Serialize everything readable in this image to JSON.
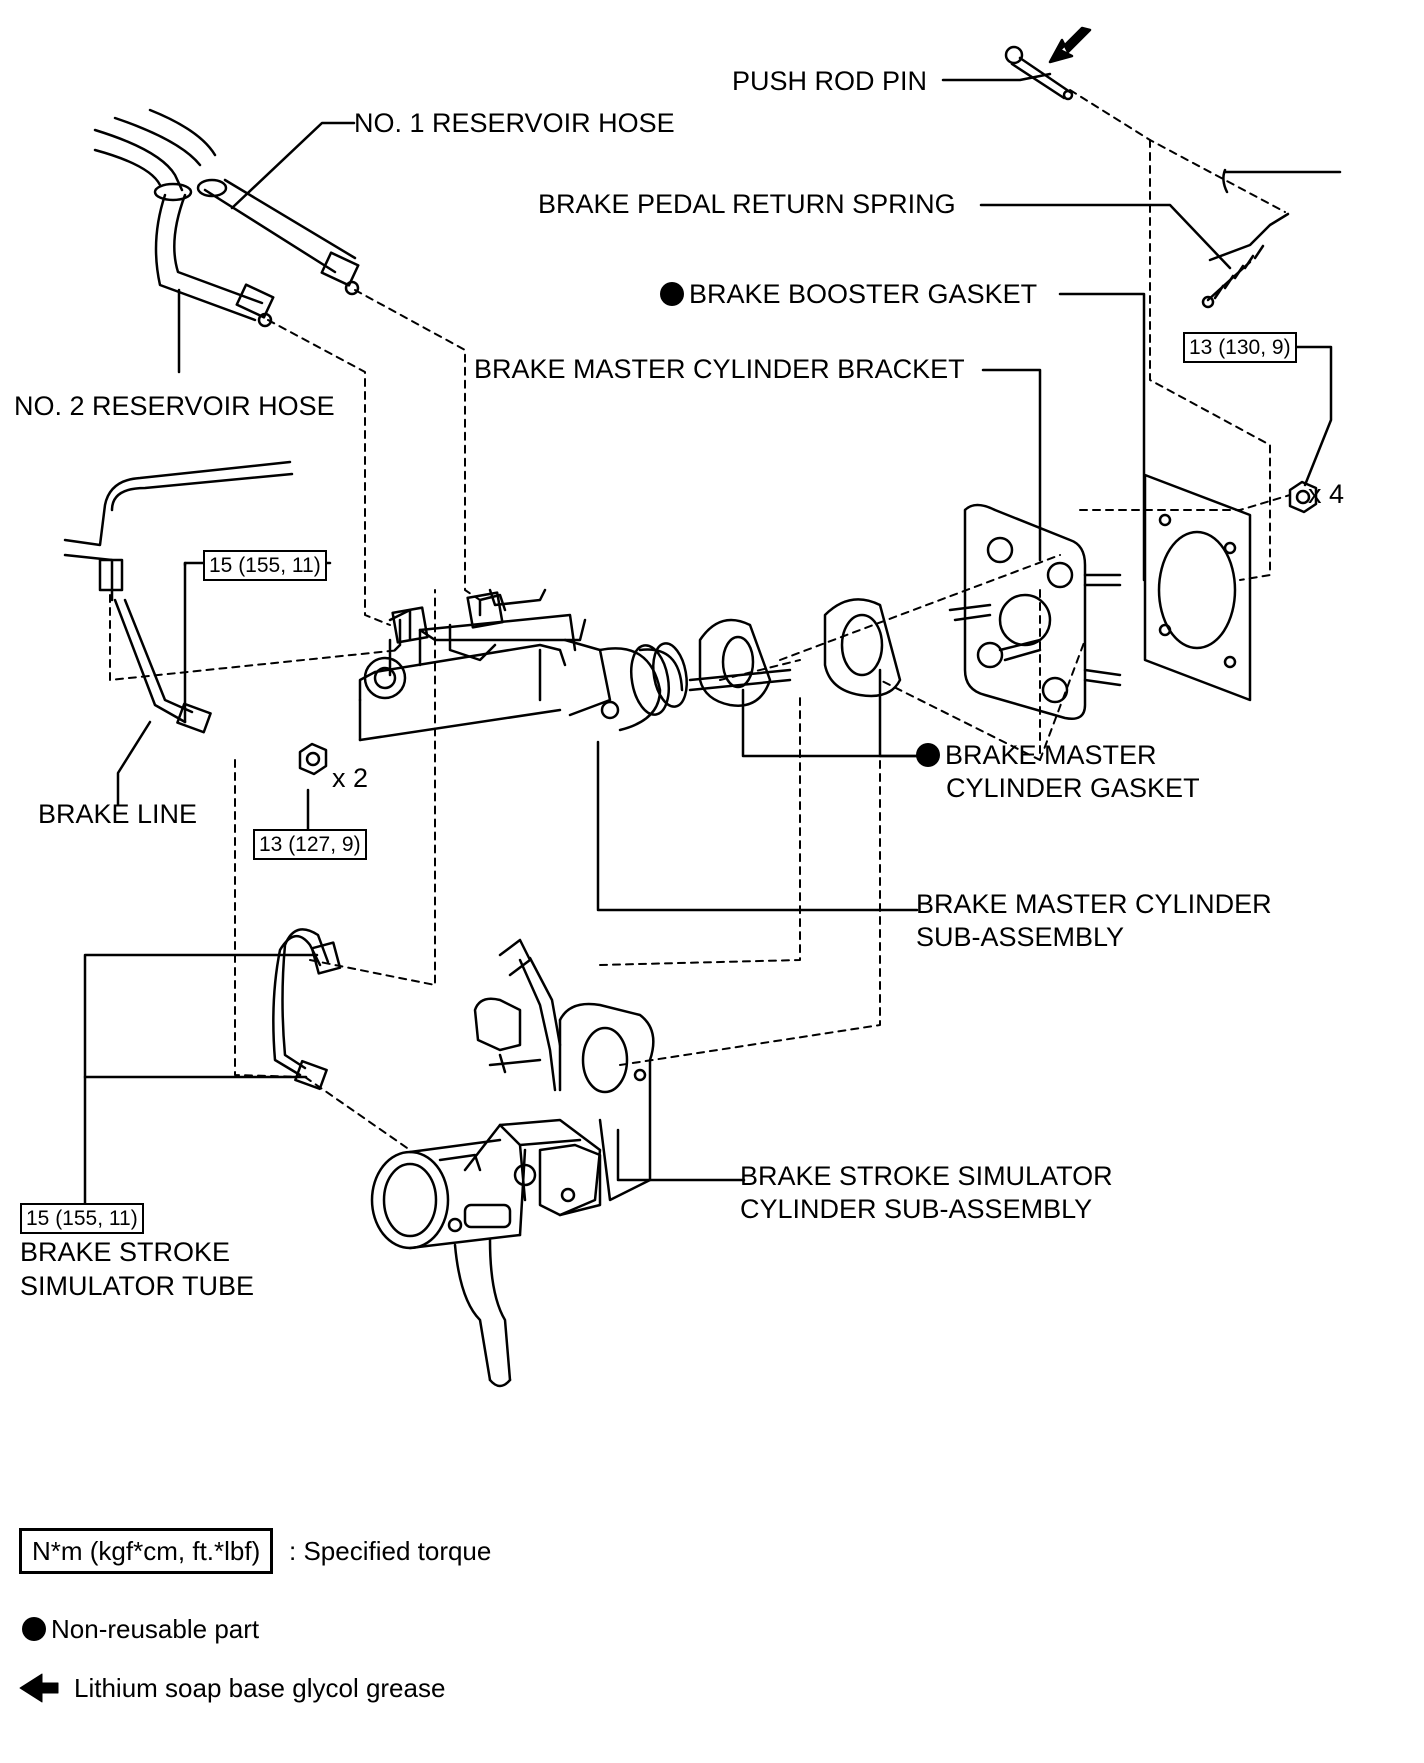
{
  "labels": {
    "push_rod_pin": "PUSH ROD PIN",
    "no1_reservoir_hose": "NO. 1 RESERVOIR HOSE",
    "brake_pedal_return_spring": "BRAKE PEDAL RETURN SPRING",
    "brake_booster_gasket": "BRAKE BOOSTER GASKET",
    "brake_master_cylinder_bracket": "BRAKE MASTER CYLINDER BRACKET",
    "no2_reservoir_hose": "NO. 2 RESERVOIR HOSE",
    "brake_master_cylinder_gasket_1": "BRAKE MASTER",
    "brake_master_cylinder_gasket_2": "CYLINDER GASKET",
    "brake_line": "BRAKE LINE",
    "brake_master_cylinder_sub_1": "BRAKE MASTER CYLINDER",
    "brake_master_cylinder_sub_2": "SUB-ASSEMBLY",
    "brake_stroke_simulator_cyl_1": "BRAKE STROKE SIMULATOR",
    "brake_stroke_simulator_cyl_2": "CYLINDER SUB-ASSEMBLY",
    "brake_stroke_simulator_tube_1": "BRAKE STROKE",
    "brake_stroke_simulator_tube_2": "SIMULATOR TUBE"
  },
  "quantities": {
    "nut_x4": "x 4",
    "nut_x2": "x 2"
  },
  "torques": {
    "booster_nut": "13 (130, 9)",
    "brake_line": "15 (155, 11)",
    "master_cyl_nut": "13 (127, 9)",
    "simulator_tube": "15 (155, 11)"
  },
  "legend": {
    "torque_box": "N*m (kgf*cm, ft.*lbf)",
    "torque_desc": ": Specified torque",
    "non_reusable": "Non-reusable part",
    "grease": "Lithium soap base glycol grease"
  }
}
